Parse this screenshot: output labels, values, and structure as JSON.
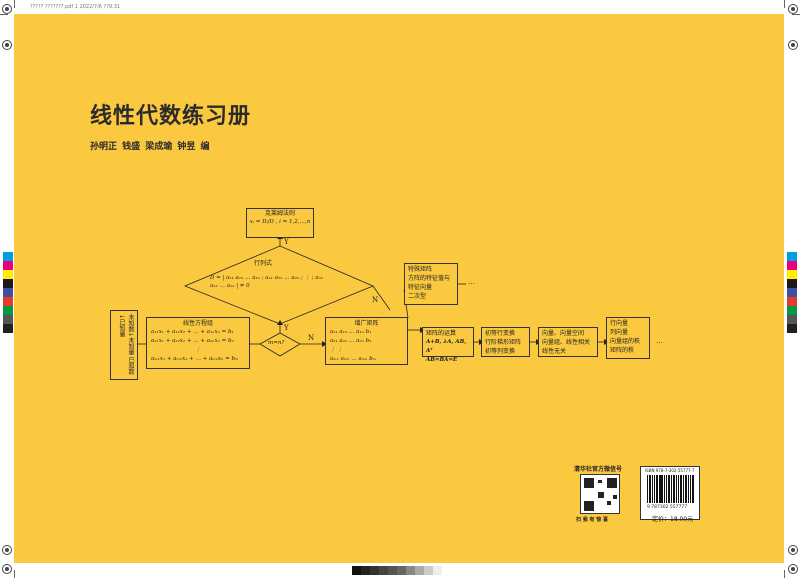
{
  "header_strip": "????? ???????.pdf  1  2022/7/6  ??9:31",
  "title": "线性代数练习册",
  "authors": "孙明正  钱盛  梁成瑜  钟昱  编",
  "diagram": {
    "cramer": {
      "title": "克莱姆法则",
      "formula": "xᵢ = Dᵢ/D , i = 1,2,…,n"
    },
    "determinant": {
      "title": "行列式",
      "formula": "D = | a₁₁ a₁₂ … a₁ₙ ; a₂₁ a₂₂ … a₂ₙ ; ⋮ ; aₙ₁ aₙ₂ … aₙₙ | ≠ 0"
    },
    "unknowns": {
      "col1": "已知数↓已知量",
      "col2": "未知数↓未知量"
    },
    "linear_system": {
      "title": "线性方程组",
      "eq1": "a₁₁x₁ + a₁₂x₂ + … + a₁ₙxₙ = b₁",
      "eq2": "a₂₁x₁ + a₂₂x₂ + … + a₂ₙxₙ = b₂",
      "eq3": "⋮",
      "eq4": "aₘ₁x₁ + aₘ₂x₂ + … + aₘₙxₙ = bₘ"
    },
    "decision": "m=n?",
    "yes": "Y",
    "no": "N",
    "augmented": {
      "title": "增广矩阵",
      "r1": "a₁₁  a₁₂  …  a₁ₙ  b₁",
      "r2": "a₂₁  a₂₂  …  a₂ₙ  b₂",
      "r3": "⋮              ⋮",
      "r4": "aₘ₁  aₘ₂  …  aₘₙ  bₘ"
    },
    "special": {
      "l1": "特殊矩阵",
      "l2": "方阵的特征值与",
      "l3": "特征向量",
      "l4": "二次型"
    },
    "ops": {
      "l1": "矩阵的运算",
      "l2": "A+B, λA, AB, Aᵀ",
      "l3": "AB=BA=E"
    },
    "row_ops": {
      "l1": "初等行变换",
      "l2": "行阶梯形矩阵",
      "l3": "初等列变换"
    },
    "vectors": {
      "l1": "向量、向量空间",
      "l2": "向量组、线性相关",
      "l3": "线性无关"
    },
    "rank": {
      "l1": "行向量",
      "l2": "列向量",
      "l3": "向量组的秩",
      "l4": "矩阵的秩"
    },
    "ellipsis": "…"
  },
  "wechat": {
    "title": "清华社官方微信号",
    "caption": "扫 我 有 惊 喜"
  },
  "isbn": {
    "isbn_text": "ISBN 978-7-302-55777-7",
    "number": "9 787302 557777",
    "price": "定价：18.00元"
  },
  "colors": {
    "cover": "#fbc940",
    "ink": "#2b2b2b"
  }
}
